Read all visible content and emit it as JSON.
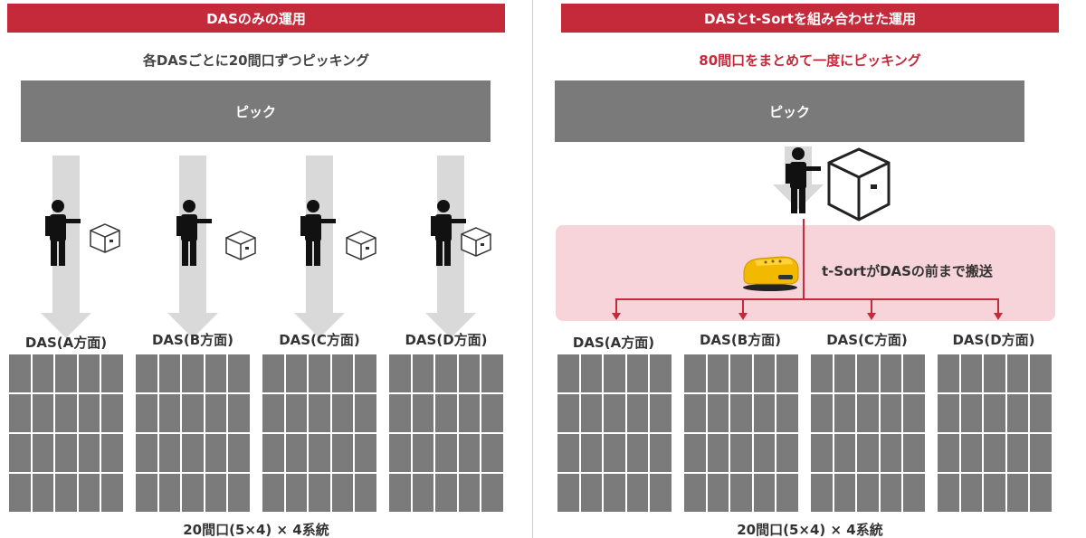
{
  "left": {
    "header": "DASのみの運用",
    "subtitle": "各DASごとに20間口ずつピッキング",
    "pick_label": "ピック",
    "das_labels": [
      "DAS(A方面)",
      "DAS(B方面)",
      "DAS(C方面)",
      "DAS(D方面)"
    ],
    "footer": "20間口(5×4) × 4系統"
  },
  "right": {
    "header": "DASとt-Sortを組み合わせた運用",
    "subtitle": "80間口をまとめて一度にピッキング",
    "pick_label": "ピック",
    "tsort_text": "t-SortがDASの前まで搬送",
    "das_labels": [
      "DAS(A方面)",
      "DAS(B方面)",
      "DAS(C方面)",
      "DAS(D方面)"
    ],
    "footer": "20間口(5×4) × 4系統"
  },
  "colors": {
    "accent": "#c52a3a",
    "pick_bar": "#7a7a7a",
    "grid": "#7b7b7b",
    "arrow": "#d9d9d9",
    "panel": "#f6d4da",
    "robot": "#f2b900"
  },
  "icons": {
    "worker": "person-icon",
    "parcel": "box-icon",
    "robot": "t-sort-robot-icon"
  }
}
